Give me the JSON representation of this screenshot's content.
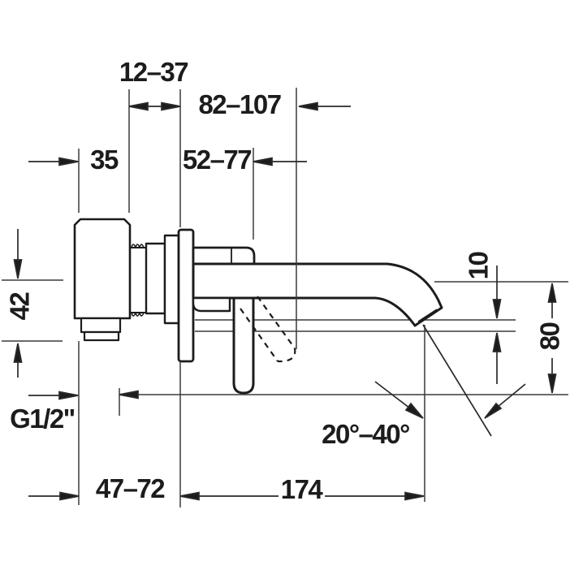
{
  "diagram": {
    "type": "technical dimension drawing",
    "subject": "wall-mounted single-lever basin mixer, side view",
    "units": "mm",
    "dimensions": {
      "wall_depth_adjust": "12–37",
      "lever_tip_projection": "82–107",
      "body_width": "35",
      "lever_projection": "52–77",
      "body_height": "42",
      "connection_thread": "G1/2\"",
      "rough_in_depth": "47–72",
      "spout_projection": "174",
      "stream_band": "10",
      "height_below_spout": "80",
      "stream_angle": "20°–40°"
    },
    "line_color": "#1c1c1c",
    "background": "#ffffff"
  }
}
